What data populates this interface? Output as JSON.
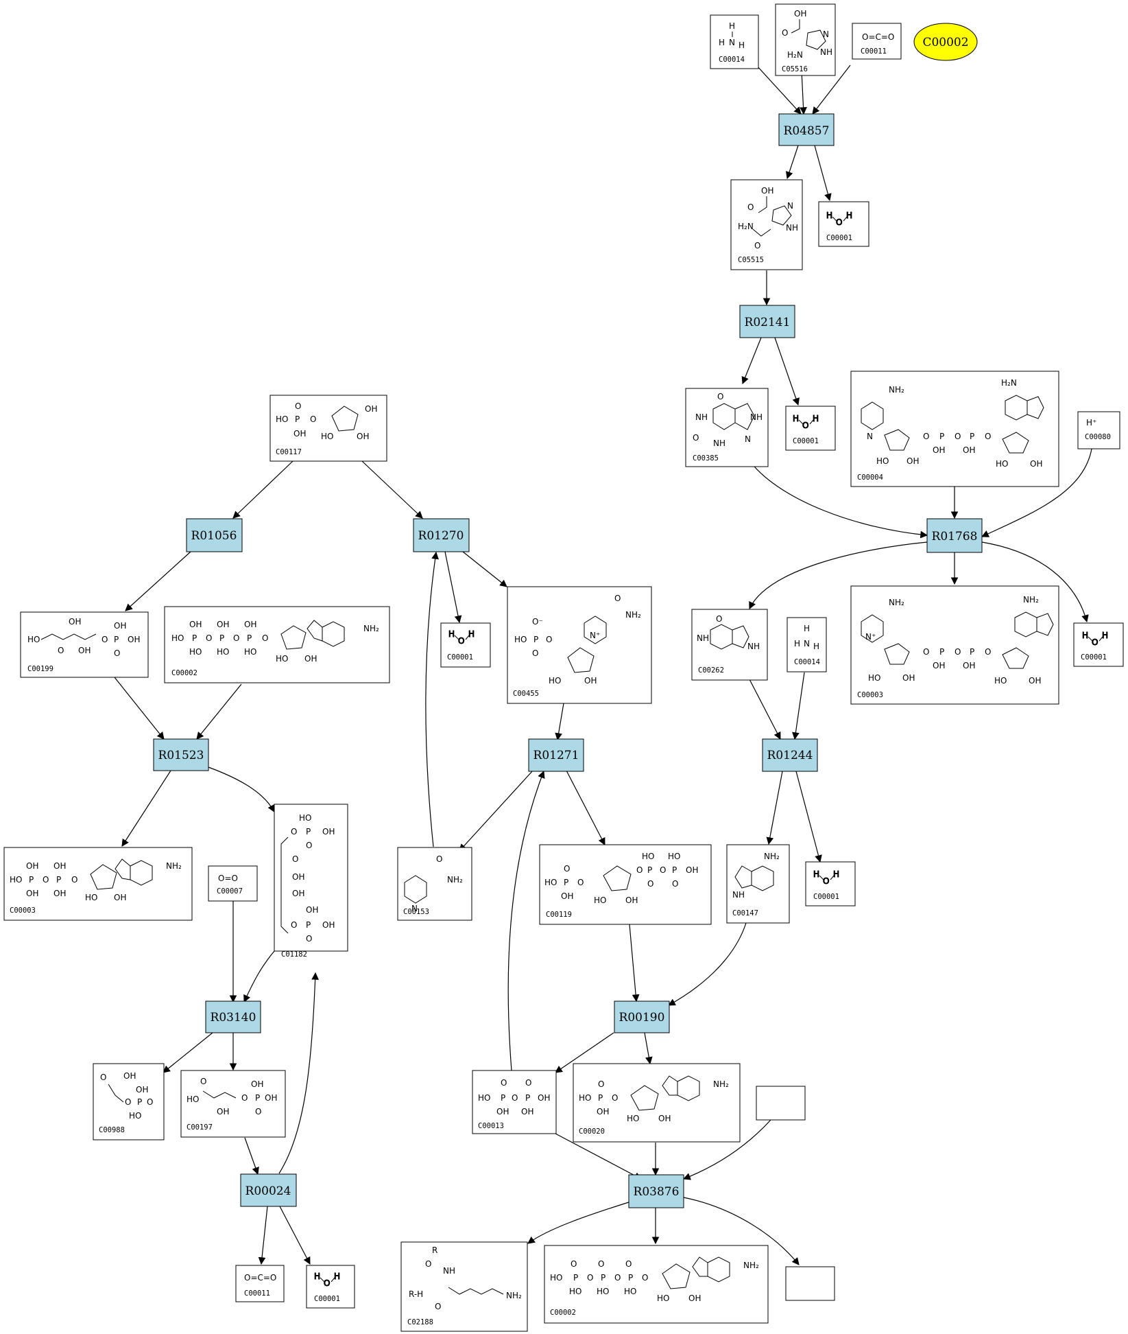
{
  "reactions": [
    {
      "id": "R04857",
      "label": "R04857"
    },
    {
      "id": "R02141",
      "label": "R02141"
    },
    {
      "id": "R01056",
      "label": "R01056"
    },
    {
      "id": "R01270",
      "label": "R01270"
    },
    {
      "id": "R01768",
      "label": "R01768"
    },
    {
      "id": "R01523",
      "label": "R01523"
    },
    {
      "id": "R01271",
      "label": "R01271"
    },
    {
      "id": "R01244",
      "label": "R01244"
    },
    {
      "id": "R03140",
      "label": "R03140"
    },
    {
      "id": "R00190",
      "label": "R00190"
    },
    {
      "id": "R00024",
      "label": "R00024"
    },
    {
      "id": "R03876",
      "label": "R03876"
    }
  ],
  "compounds": [
    {
      "id": "c00014_top",
      "label": "C00014",
      "formula": "H-N-H (NH3)"
    },
    {
      "id": "c05516",
      "label": "C05516",
      "formula": "aminoimidazole carboxylic acid"
    },
    {
      "id": "c00011_top",
      "label": "C00011",
      "formula": "O=C=O"
    },
    {
      "id": "c05515",
      "label": "C05515",
      "formula": "carbamoyl imidazole carboxylic acid"
    },
    {
      "id": "c00001_a",
      "label": "C00001",
      "formula": "H-O-H"
    },
    {
      "id": "c00385",
      "label": "C00385",
      "formula": "xanthine"
    },
    {
      "id": "c00001_b",
      "label": "C00001",
      "formula": "H-O-H"
    },
    {
      "id": "c00004",
      "label": "C00004",
      "formula": "NADH"
    },
    {
      "id": "c00080",
      "label": "C00080",
      "formula": "H+"
    },
    {
      "id": "c00117",
      "label": "C00117",
      "formula": "ribose 5-phosphate"
    },
    {
      "id": "c00199",
      "label": "C00199",
      "formula": "ribulose 5-phosphate"
    },
    {
      "id": "c00002_a",
      "label": "C00002",
      "formula": "ATP"
    },
    {
      "id": "c00001_c",
      "label": "C00001",
      "formula": "H-O-H"
    },
    {
      "id": "c00455",
      "label": "C00455",
      "formula": "NMN"
    },
    {
      "id": "c00262",
      "label": "C00262",
      "formula": "hypoxanthine"
    },
    {
      "id": "c00014_b",
      "label": "C00014",
      "formula": "H-N-H (NH3)"
    },
    {
      "id": "c00003_a",
      "label": "C00003",
      "formula": "NAD+"
    },
    {
      "id": "c00001_d",
      "label": "C00001",
      "formula": "H-O-H"
    },
    {
      "id": "c00003_b",
      "label": "C00003",
      "formula": "ADP-like"
    },
    {
      "id": "c00007",
      "label": "C00007",
      "formula": "O=O"
    },
    {
      "id": "c01182",
      "label": "C01182",
      "formula": "ribulose 1,5-bisphosphate"
    },
    {
      "id": "c00153",
      "label": "C00153",
      "formula": "nicotinamide"
    },
    {
      "id": "c00119",
      "label": "C00119",
      "formula": "PRPP"
    },
    {
      "id": "c00147",
      "label": "C00147",
      "formula": "adenine"
    },
    {
      "id": "c00001_e",
      "label": "C00001",
      "formula": "H-O-H"
    },
    {
      "id": "c00988",
      "label": "C00988",
      "formula": "phosphoglycolate"
    },
    {
      "id": "c00197",
      "label": "C00197",
      "formula": "3-phosphoglycerate"
    },
    {
      "id": "c00013",
      "label": "C00013",
      "formula": "diphosphate"
    },
    {
      "id": "c00020",
      "label": "C00020",
      "formula": "AMP"
    },
    {
      "id": "c00011_b",
      "label": "C00011",
      "formula": "O=C=O"
    },
    {
      "id": "c00001_f",
      "label": "C00001",
      "formula": "H-O-H"
    },
    {
      "id": "c02188",
      "label": "C02188",
      "formula": "protein lysine"
    },
    {
      "id": "c00002_b",
      "label": "C00002",
      "formula": "ATP"
    }
  ],
  "highlight": {
    "label": "C00002",
    "color": "#ffff00"
  },
  "colors": {
    "reaction_fill": "#add8e6",
    "edge": "#000000",
    "box": "#000000"
  },
  "atoms": {
    "h": "H",
    "n": "N",
    "o": "O",
    "oh": "OH",
    "ho": "HO",
    "nh": "NH",
    "nh2": "NH₂",
    "h2n": "H₂N",
    "p": "P",
    "c": "C",
    "hplus": "H⁺",
    "r": "R",
    "rh": "R-H",
    "oeq": "O=O",
    "oco": "O=C=O",
    "ominus": "O⁻",
    "nplus": "N⁺"
  }
}
